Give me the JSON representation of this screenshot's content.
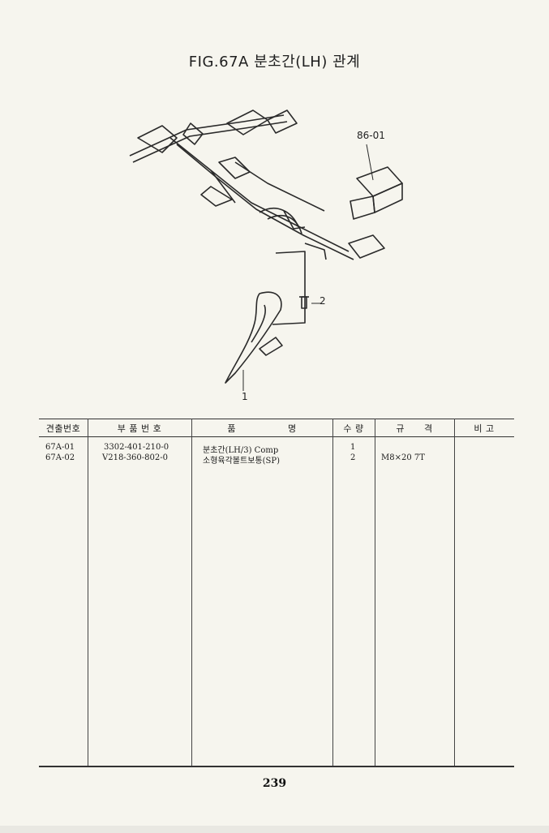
{
  "page": {
    "title": "FIG.67A 분초간(LH) 관계",
    "page_number": "239"
  },
  "diagram": {
    "callouts": [
      "86-01",
      "2",
      "1"
    ]
  },
  "table": {
    "headers": [
      "견출번호",
      "부 품 번 호",
      "품 명",
      "수 량",
      "규 격",
      "비 고"
    ],
    "rows": [
      {
        "index": "67A-01",
        "part_no": "3302-401-210-0",
        "name": "분초간(LH/3) Comp",
        "qty": "1",
        "spec": "",
        "remark": ""
      },
      {
        "index": "67A-02",
        "part_no": "V218-360-802-0",
        "name": "소형육각볼트보통(SP)",
        "qty": "2",
        "spec": "M8×20 7T",
        "remark": ""
      }
    ]
  }
}
